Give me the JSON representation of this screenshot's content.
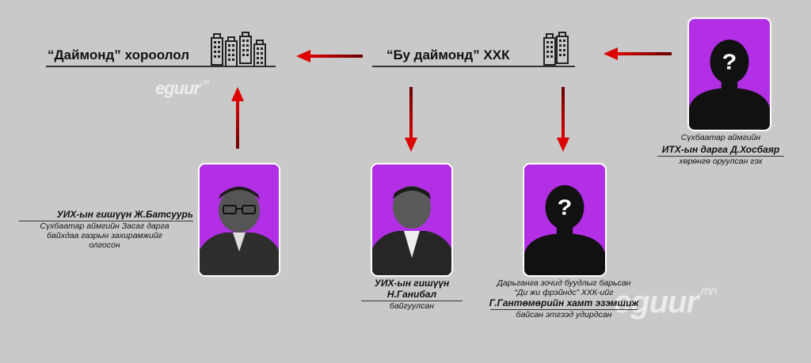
{
  "nodes": {
    "diamond_district": "“Даймонд” хороолол",
    "bu_diamond_llc": "“Бу даймонд” ХХК"
  },
  "persons": {
    "batsuuri": {
      "name": "УИХ-ын гишүүн Ж.Батсуурь",
      "desc_line1": "Сүхбаатар аймгийн Засаг дарга",
      "desc_line2": "байхдаа газрын захирамжийг",
      "desc_line3": "олгосон"
    },
    "ganibal": {
      "name_line1": "УИХ-ын гишүүн",
      "name_line2": "Н.Ганибал",
      "desc": "байгуулсан"
    },
    "unknown_owner": {
      "line1": "Дарьганга зочид буудлыг барьсан",
      "line2": "“Ди жи фрэйндс” ХХК-ийг",
      "name": "Г.Гантөмөрийн хамт эзэмшиж",
      "line4": "байсан этгээд удирдсан"
    },
    "khosbayar": {
      "line1": "Сүхбаатар аймгийн",
      "name": "ИТХ-ын дарга Д.Хосбаяр",
      "desc": "хөрөнгө оруулсан гэх"
    }
  },
  "unknown_mark": "?",
  "watermark": {
    "text": "eguur",
    "suffix": ".mn"
  },
  "colors": {
    "background": "#c9c9c9",
    "arrow": "#b30000",
    "card": "#b22fe6"
  }
}
